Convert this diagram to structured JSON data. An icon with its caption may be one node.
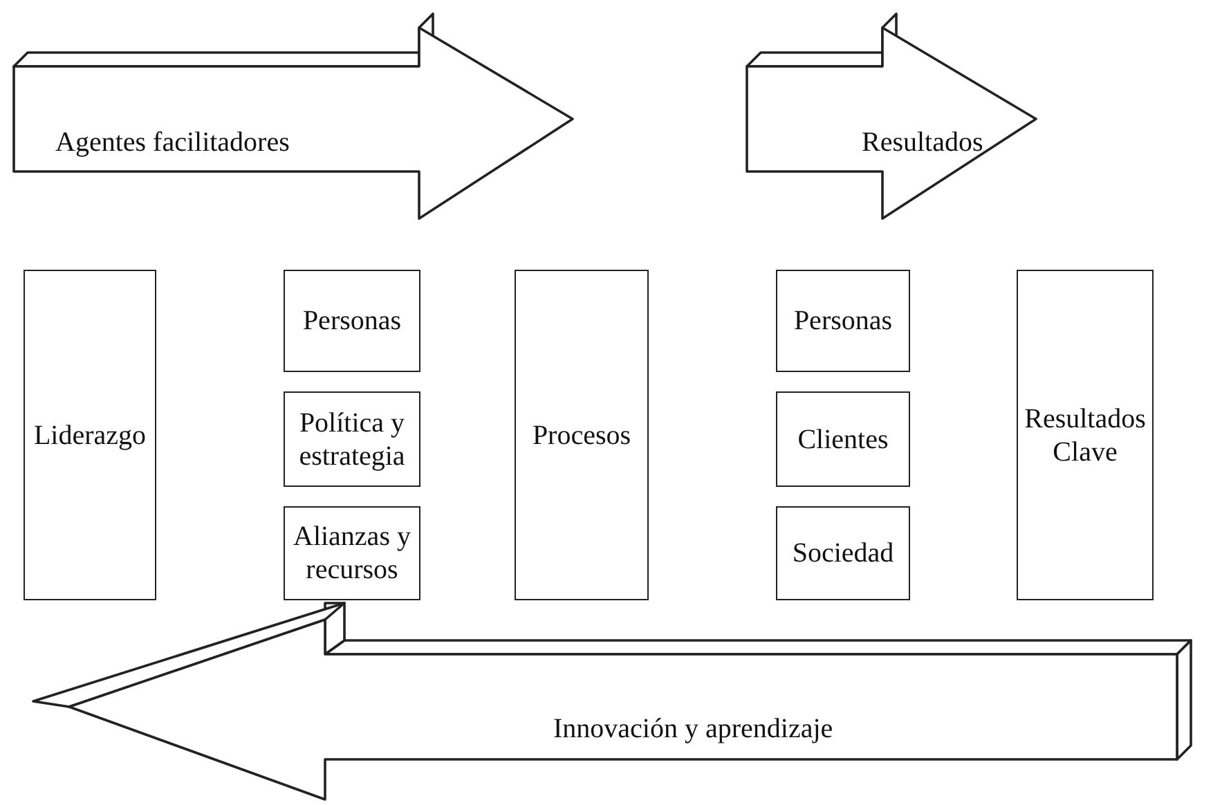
{
  "diagram": {
    "nodes": [
      {
        "text": [
          "Agentes facilitadores"
        ]
      },
      {
        "text": [
          "Resultados"
        ]
      },
      {
        "text": [
          "Liderazgo"
        ]
      },
      {
        "text": [
          "Personas"
        ]
      },
      {
        "text": [
          "Política y estrategia"
        ]
      },
      {
        "text": [
          "Alianzas y recursos"
        ]
      },
      {
        "text": [
          "Procesos"
        ]
      },
      {
        "text": [
          "Personas"
        ]
      },
      {
        "text": [
          "Clientes"
        ]
      },
      {
        "text": [
          "Sociedad"
        ]
      },
      {
        "text": [
          "Resultados Clave"
        ]
      },
      {
        "text": [
          "Innovación y aprendizaje"
        ]
      }
    ]
  }
}
